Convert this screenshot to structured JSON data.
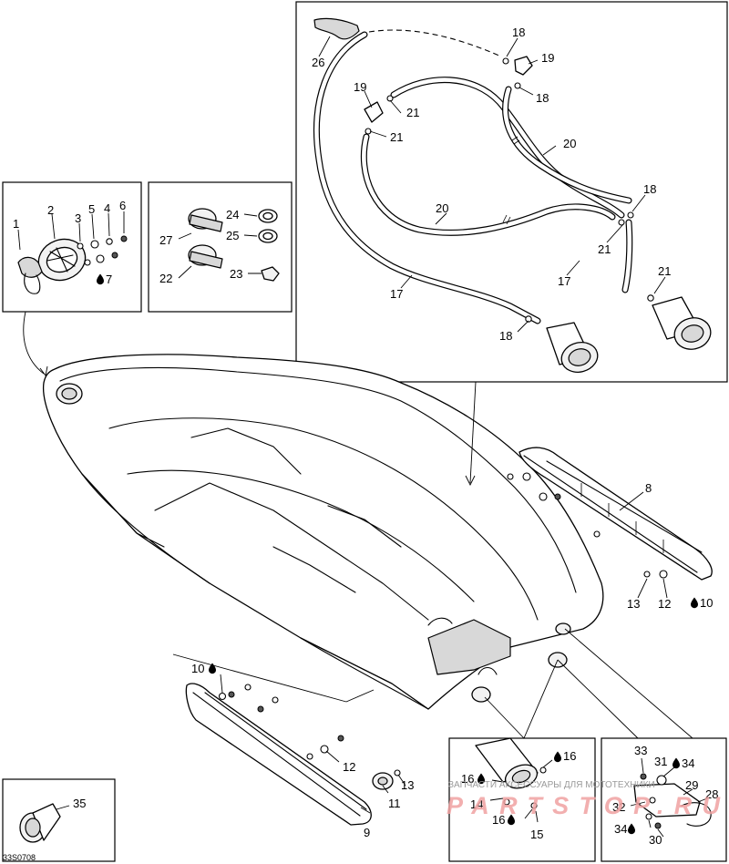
{
  "diagram_code": "33S0708",
  "callouts": {
    "c1": "1",
    "c2": "2",
    "c3": "3",
    "c4": "4",
    "c5": "5",
    "c6": "6",
    "c7": "7",
    "c8": "8",
    "c9": "9",
    "c10a": "10",
    "c10b": "10",
    "c11": "11",
    "c12a": "12",
    "c12b": "12",
    "c13a": "13",
    "c13b": "13",
    "c14": "14",
    "c15": "15",
    "c16a": "16",
    "c16b": "16",
    "c16c": "16",
    "c17a": "17",
    "c17b": "17",
    "c18a": "18",
    "c18b": "18",
    "c18c": "18",
    "c18d": "18",
    "c19a": "19",
    "c19b": "19",
    "c20a": "20",
    "c20b": "20",
    "c21a": "21",
    "c21b": "21",
    "c21c": "21",
    "c21d": "21",
    "c22": "22",
    "c23": "23",
    "c24": "24",
    "c25": "25",
    "c26": "26",
    "c27": "27",
    "c28": "28",
    "c29": "29",
    "c30": "30",
    "c31": "31",
    "c32": "32",
    "c33": "33",
    "c34a": "34",
    "c34b": "34",
    "c35": "35"
  },
  "watermark": {
    "tagline": "ЗАПЧАСТИ АКСЕССУАРЫ ДЛЯ МОТОТЕХНИКИ",
    "brand": "PARTSTOP.RU"
  },
  "icons": {
    "fluid_drop": "drop-icon"
  }
}
